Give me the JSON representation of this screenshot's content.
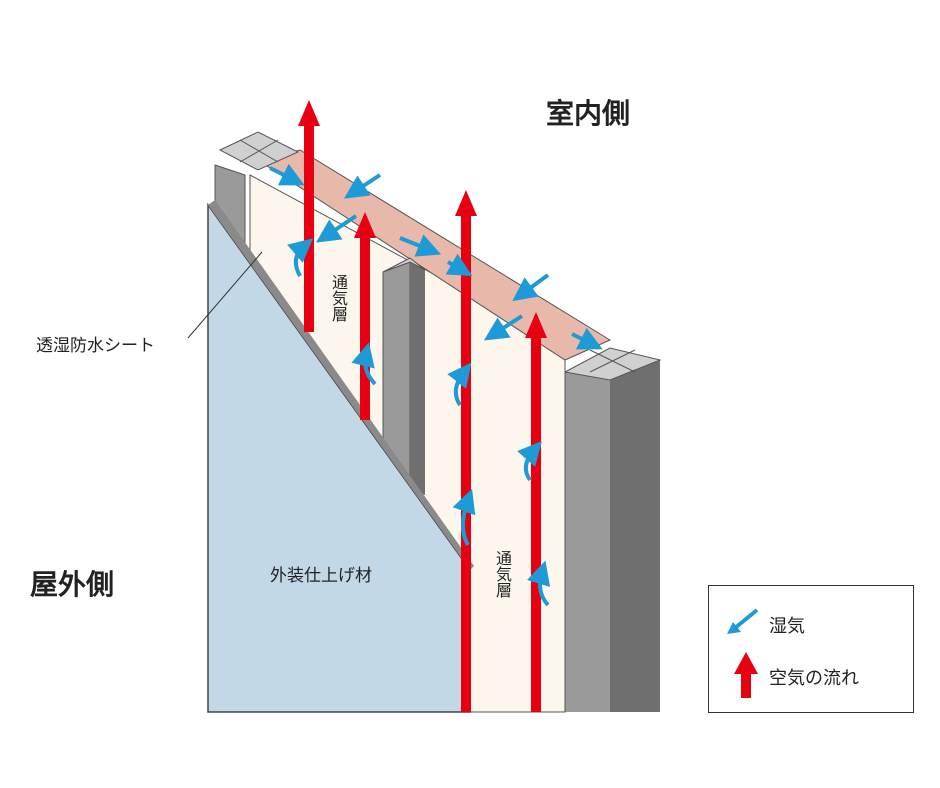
{
  "labels": {
    "indoor_side": "室内側",
    "outdoor_side": "屋外側",
    "moisture_sheet": "透湿防水シート",
    "exterior_finish": "外装仕上げ材",
    "vent_layer_1": "通気層",
    "vent_layer_2": "通気層"
  },
  "legend": {
    "moisture": "湿気",
    "airflow": "空気の流れ"
  },
  "colors": {
    "air_arrow": "#e60012",
    "moisture_arrow": "#1e9bd7",
    "exterior_panel": "#c2d8e7",
    "sheet": "#fdf6ec",
    "top_band": "#e8b8aa",
    "stud": "#a0a0a0"
  },
  "icons": {
    "moisture": "blue-diagonal-arrow-icon",
    "airflow": "red-up-arrow-icon"
  }
}
